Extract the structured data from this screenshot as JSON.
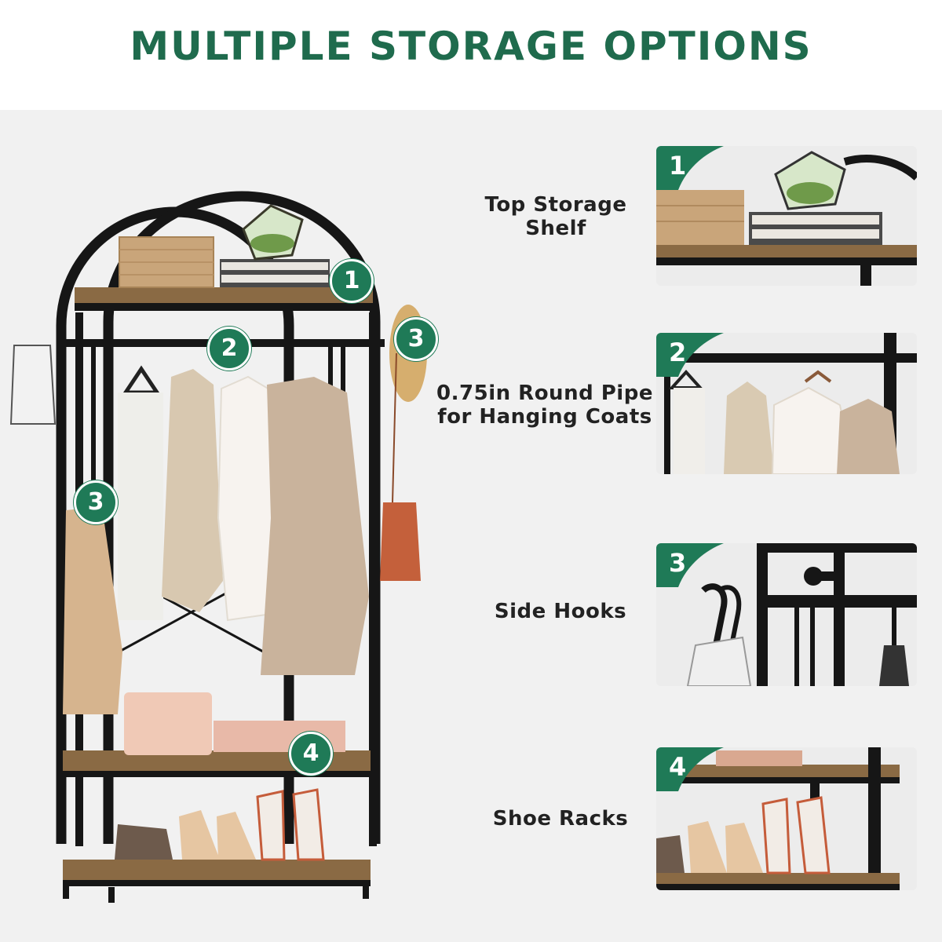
{
  "title": "MULTIPLE STORAGE OPTIONS",
  "colors": {
    "brand_green": "#1f7a57",
    "title_green": "#1f6b4d",
    "frame_black": "#161616",
    "wood": "#8a6a44"
  },
  "features": [
    {
      "number": "1",
      "label_line1": "Top Storage",
      "label_line2": "Shelf"
    },
    {
      "number": "2",
      "label_line1": "0.75in Round Pipe",
      "label_line2": "for Hanging Coats"
    },
    {
      "number": "3",
      "label_line1": "Side Hooks",
      "label_line2": ""
    },
    {
      "number": "4",
      "label_line1": "Shoe Racks",
      "label_line2": ""
    }
  ],
  "product_badges": [
    "1",
    "2",
    "3",
    "3",
    "4"
  ]
}
